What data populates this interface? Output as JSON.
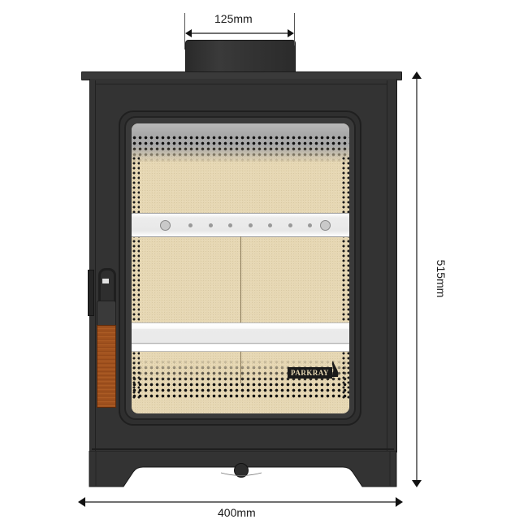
{
  "diagram": {
    "subject": "Wood burning stove front elevation",
    "brand_logo_text": "PARKRAY",
    "dimensions": {
      "flue_diameter": {
        "label": "125mm",
        "value": 125,
        "unit": "mm",
        "orientation": "horizontal"
      },
      "height": {
        "label": "515mm",
        "value": 515,
        "unit": "mm",
        "orientation": "vertical"
      },
      "width": {
        "label": "400mm",
        "value": 400,
        "unit": "mm",
        "orientation": "horizontal"
      }
    },
    "components": [
      "flue-collar",
      "top-plate",
      "stove-body",
      "door",
      "glass-window",
      "firebrick-liner",
      "airwash-bar",
      "lower-grate-bar",
      "door-handle",
      "air-control-knob",
      "base-plinth"
    ],
    "colors": {
      "body": "#333333",
      "body_edge": "#1c1c1c",
      "firebrick": "#e6d7b3",
      "handle_wood": "#a0521f",
      "bar": "#ecebe8",
      "dimension_line": "#1a1a1a"
    }
  }
}
